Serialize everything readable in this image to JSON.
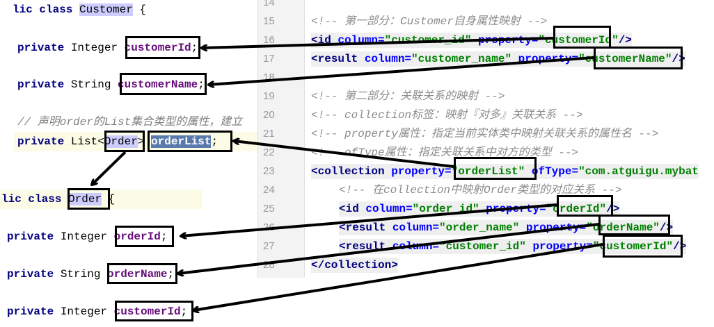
{
  "java": {
    "customer_class": [
      "lic class ",
      "Customer",
      " {"
    ],
    "customer_id": [
      "private ",
      "Integer ",
      "customerId",
      ";"
    ],
    "customer_name": [
      "private ",
      "String ",
      "customerName",
      ";"
    ],
    "comment": "// 声明order的List集合类型的属性，建立",
    "order_list": [
      "private ",
      "List<",
      "Order",
      "> ",
      "orderList",
      ";"
    ],
    "order_class": [
      "lic class ",
      "Order",
      " {"
    ],
    "order_id": [
      "private ",
      "Integer ",
      "orderId",
      ";"
    ],
    "order_name": [
      "private ",
      "String ",
      "orderName",
      ";"
    ],
    "order_customer_id": [
      "private ",
      "Integer ",
      "customerId",
      ";"
    ]
  },
  "xml": {
    "lines": [
      {
        "num": "14",
        "bg": false,
        "indent": 0,
        "tokens": []
      },
      {
        "num": "15",
        "bg": false,
        "indent": 0,
        "tokens": [
          {
            "t": "<!-- 第一部分：Customer自身属性映射 -->",
            "c": "comment"
          }
        ]
      },
      {
        "num": "16",
        "bg": true,
        "indent": 0,
        "tokens": [
          {
            "t": "<id ",
            "c": "tag"
          },
          {
            "t": "column=",
            "c": "attr"
          },
          {
            "t": "\"customer_id\" ",
            "c": "val"
          },
          {
            "t": "property=",
            "c": "attr"
          },
          {
            "t": "\"customerId\"",
            "c": "val"
          },
          {
            "t": "/>",
            "c": "tag"
          }
        ]
      },
      {
        "num": "17",
        "bg": true,
        "indent": 0,
        "tokens": [
          {
            "t": "<result ",
            "c": "tag"
          },
          {
            "t": "column=",
            "c": "attr"
          },
          {
            "t": "\"customer_name\" ",
            "c": "val"
          },
          {
            "t": "property=",
            "c": "attr"
          },
          {
            "t": "\"customerName\"",
            "c": "val"
          },
          {
            "t": "/>",
            "c": "tag"
          }
        ]
      },
      {
        "num": "18",
        "bg": false,
        "indent": 0,
        "tokens": []
      },
      {
        "num": "19",
        "bg": false,
        "indent": 0,
        "tokens": [
          {
            "t": "<!-- 第二部分：关联关系的映射 -->",
            "c": "comment"
          }
        ]
      },
      {
        "num": "20",
        "bg": false,
        "indent": 0,
        "tokens": [
          {
            "t": "<!-- collection标签：映射『对多』关联关系 -->",
            "c": "comment"
          }
        ]
      },
      {
        "num": "21",
        "bg": false,
        "indent": 0,
        "tokens": [
          {
            "t": "<!-- property属性：指定当前实体类中映射关联关系的属性名 -->",
            "c": "comment"
          }
        ]
      },
      {
        "num": "22",
        "bg": false,
        "indent": 0,
        "tokens": [
          {
            "t": "<!-- ofType属性：指定关联关系中对方的类型 -->",
            "c": "comment"
          }
        ]
      },
      {
        "num": "23",
        "bg": true,
        "indent": 0,
        "tokens": [
          {
            "t": "<collection ",
            "c": "tag"
          },
          {
            "t": "property=",
            "c": "attr"
          },
          {
            "t": "\"orderList\" ",
            "c": "val"
          },
          {
            "t": "ofType=",
            "c": "attr"
          },
          {
            "t": "\"com.atguigu.mybat",
            "c": "val"
          }
        ]
      },
      {
        "num": "24",
        "bg": false,
        "indent": 1,
        "tokens": [
          {
            "t": "<!-- 在collection中映射Order类型的对应关系 -->",
            "c": "comment"
          }
        ]
      },
      {
        "num": "25",
        "bg": true,
        "indent": 1,
        "tokens": [
          {
            "t": "<id ",
            "c": "tag"
          },
          {
            "t": "column=",
            "c": "attr"
          },
          {
            "t": "\"order_id\" ",
            "c": "val"
          },
          {
            "t": "property=",
            "c": "attr"
          },
          {
            "t": "\"orderId\"",
            "c": "val"
          },
          {
            "t": "/>",
            "c": "tag"
          }
        ]
      },
      {
        "num": "26",
        "bg": true,
        "indent": 1,
        "tokens": [
          {
            "t": "<result ",
            "c": "tag"
          },
          {
            "t": "column=",
            "c": "attr"
          },
          {
            "t": "\"order_name\" ",
            "c": "val"
          },
          {
            "t": "property=",
            "c": "attr"
          },
          {
            "t": "\"orderName\"",
            "c": "val"
          },
          {
            "t": "/>",
            "c": "tag"
          }
        ]
      },
      {
        "num": "27",
        "bg": true,
        "indent": 1,
        "tokens": [
          {
            "t": "<result ",
            "c": "tag"
          },
          {
            "t": "column=",
            "c": "attr"
          },
          {
            "t": "\"customer_id\" ",
            "c": "val"
          },
          {
            "t": "property=",
            "c": "attr"
          },
          {
            "t": "\"customerId\"",
            "c": "val"
          },
          {
            "t": "/>",
            "c": "tag"
          }
        ]
      },
      {
        "num": "28",
        "bg": true,
        "indent": 0,
        "tokens": [
          {
            "t": "</collection>",
            "c": "tag"
          }
        ]
      }
    ]
  }
}
